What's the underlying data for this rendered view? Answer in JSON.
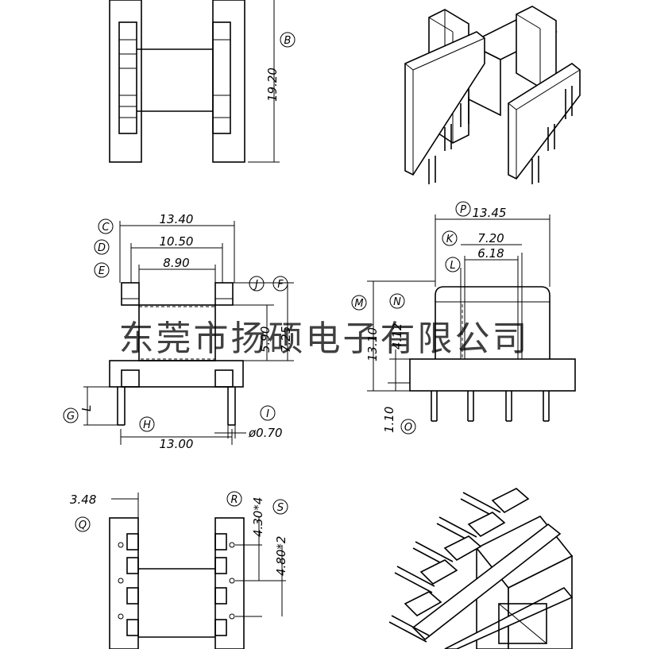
{
  "dimensions": {
    "height_b": "19.20",
    "width_c": "13.40",
    "width_d": "10.50",
    "width_e": "8.90",
    "height_j": "5.90",
    "height_f": "7.25",
    "pin_len_g": "L",
    "pin_span_h": "13.00",
    "pin_dia_i": "ø0.70",
    "width_p": "13.45",
    "width_k": "7.20",
    "width_l": "6.18",
    "height_m": "13.10",
    "height_n": "4.12",
    "height_o": "1.10",
    "offset_q": "3.48",
    "pitch_r": "4.30*4",
    "pitch_s": "4.80*2"
  },
  "callouts": {
    "b": "B",
    "c": "C",
    "d": "D",
    "e": "E",
    "f": "F",
    "g": "G",
    "h": "H",
    "i": "I",
    "j": "J",
    "k": "K",
    "l": "L",
    "m": "M",
    "n": "N",
    "o": "O",
    "p": "P",
    "q": "Q",
    "r": "R",
    "s": "S"
  },
  "watermark": "东莞市扬硕电子有限公司"
}
